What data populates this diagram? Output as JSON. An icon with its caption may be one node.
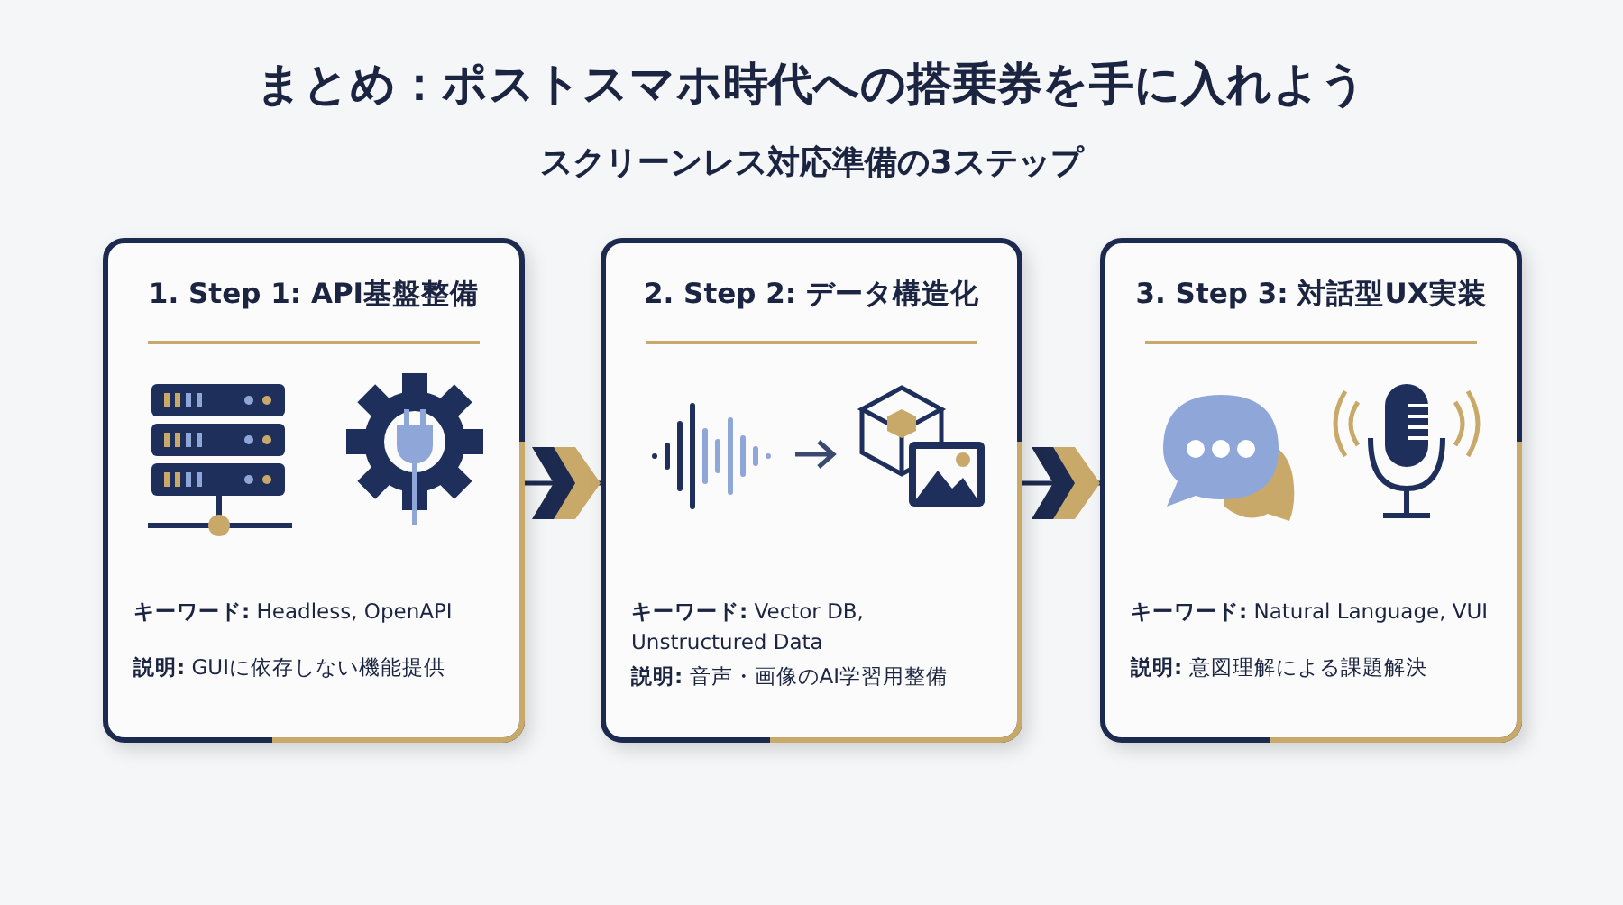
{
  "diagram": {
    "title": "まとめ：ポストスマホ時代への搭乗券を手に入れよう",
    "nodes": [
      {
        "text": [
          "1. Step 1: API基盤整備",
          "**キーワード:** Headless, OpenAPI",
          "**説明:** GUIに依存しない機能提供"
        ]
      },
      {
        "text": [
          "2. Step 2: データ構造化",
          "**キーワード:** Vector DB, Unstructured Data",
          "**説明:** 音声・画像のAI学習用整備"
        ]
      },
      {
        "text": [
          "3. Step 3: 対話型UX実装",
          "**キーワード:** Natural Language, VUI",
          "**説明:** 意図理解による課題解決"
        ]
      }
    ],
    "edges": [
      {
        "from": 0,
        "to": 1,
        "arrow": "to"
      },
      {
        "from": 1,
        "to": 2,
        "arrow": "to"
      }
    ],
    "labels": [
      "スクリーンレス対応準備の3ステップ"
    ]
  }
}
